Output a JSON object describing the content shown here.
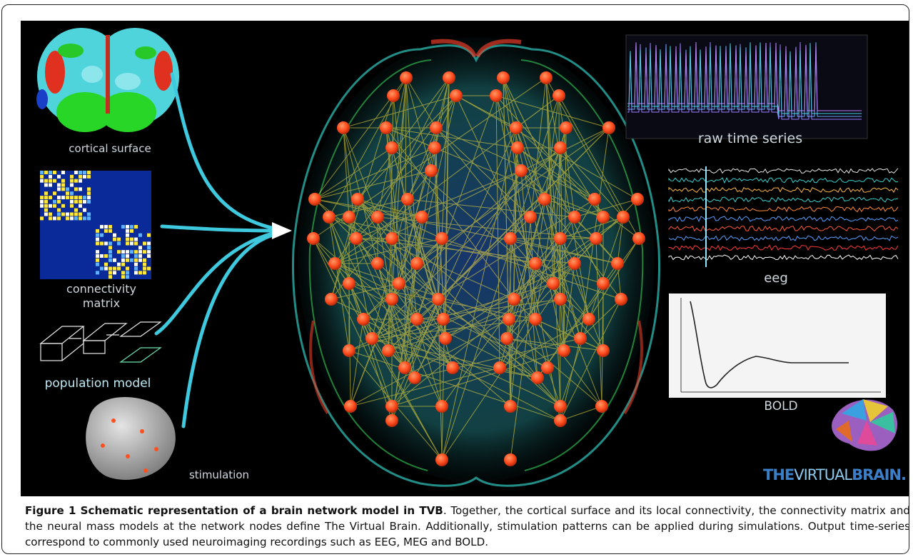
{
  "figure": {
    "labels": {
      "cortical_surface": "cortical surface",
      "connectivity_matrix_line1": "connectivity",
      "connectivity_matrix_line2": "matrix",
      "population_model": "population model",
      "stimulation": "stimulation",
      "raw_time_series": "raw time series",
      "eeg": "eeg",
      "bold": "BOLD"
    },
    "logo": {
      "part1": "THE",
      "part2": "VIRTUAL",
      "part3": "BRAIN."
    },
    "colors": {
      "background": "#000000",
      "arrow": "#3fc9de",
      "node": "#ff4b1e",
      "edge": "#ffe63c",
      "logo_primary": "#3a7fc8",
      "logo_secondary": "#8cc8ec"
    }
  },
  "caption": {
    "title": "Figure 1 Schematic representation of a brain network model in TVB",
    "body": ". Together, the cortical surface and its local connectivity, the connectivity matrix and the neural mass models at the network nodes define The Virtual Brain. Additionally, stimulation patterns can be applied during simulations. Output time-series correspond to commonly used neuroimaging recordings such as EEG, MEG and BOLD."
  }
}
